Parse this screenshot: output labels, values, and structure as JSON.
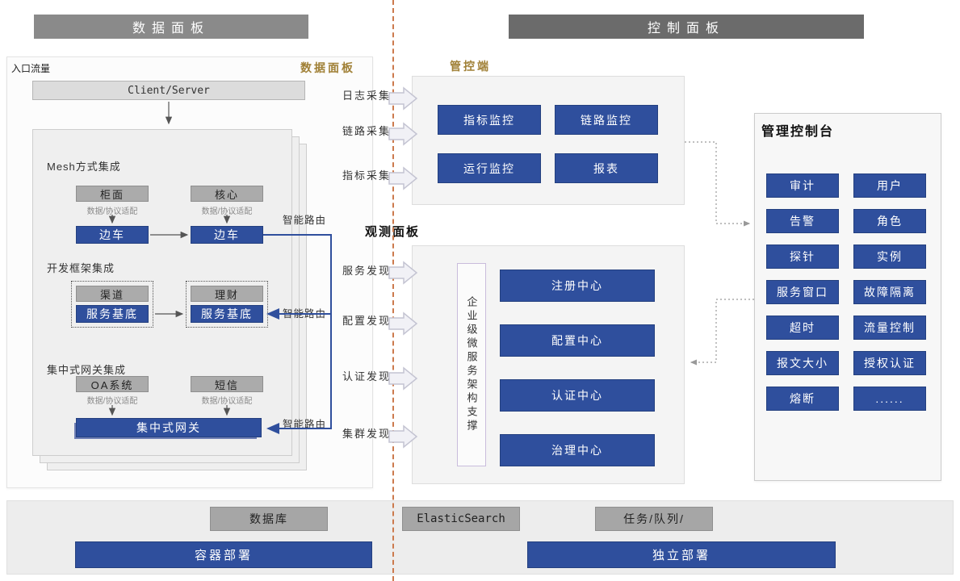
{
  "colors": {
    "accent_blue": "#2f4f9d",
    "gray_box": "#ababab",
    "gold": "#a08036",
    "divider_orange": "#cc7a4d"
  },
  "headers": {
    "left": "数据面板",
    "right": "控制面板"
  },
  "left_panel": {
    "corner_label": "入口流量",
    "title": "数据面板",
    "client_server": "Client/Server",
    "route_label": "智能路由",
    "mesh": {
      "title": "Mesh方式集成",
      "box1": "柜面",
      "box2": "核心",
      "adapter": "数据/协议适配",
      "sidecar": "边车"
    },
    "framework": {
      "title": "开发框架集成",
      "box1": "渠道",
      "box2": "理财",
      "base": "服务基底"
    },
    "gateway": {
      "title": "集中式网关集成",
      "box1": "OA系统",
      "box2": "短信",
      "adapter": "数据/协议适配",
      "bar": "集中式网关"
    }
  },
  "middle": {
    "collect": [
      "日志采集",
      "链路采集",
      "指标采集"
    ],
    "observe_title": "观测面板",
    "discover": [
      "服务发现",
      "配置发现",
      "认证发现",
      "集群发现"
    ]
  },
  "control_top": {
    "title": "管控端",
    "buttons": [
      "指标监控",
      "链路监控",
      "运行监控",
      "报表"
    ]
  },
  "control_bottom": {
    "vertical_label": "企业级微服务架构支撑",
    "buttons": [
      "注册中心",
      "配置中心",
      "认证中心",
      "治理中心"
    ]
  },
  "console": {
    "title": "管理控制台",
    "buttons": [
      "审计",
      "用户",
      "告警",
      "角色",
      "探针",
      "实例",
      "服务窗口",
      "故障隔离",
      "超时",
      "流量控制",
      "报文大小",
      "授权认证",
      "熔断",
      "......"
    ]
  },
  "bottom": {
    "gray": [
      "数据库",
      "ElasticSearch",
      "任务/队列/"
    ],
    "blue": [
      "容器部署",
      "独立部署"
    ]
  }
}
